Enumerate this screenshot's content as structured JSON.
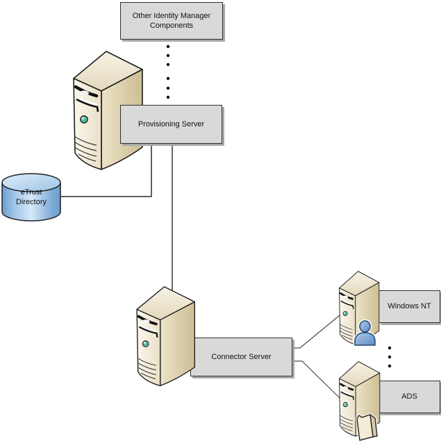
{
  "diagram_type": "architecture-diagram",
  "nodes": {
    "other_components": {
      "label": "Other Identity Manager Components",
      "shape": "box"
    },
    "provisioning_server": {
      "label": "Provisioning Server",
      "shape": "box"
    },
    "etrust_directory": {
      "label": "eTrust Directory",
      "shape": "database-cylinder"
    },
    "connector_server": {
      "label": "Connector Server",
      "shape": "box"
    },
    "windows_nt": {
      "label": "Windows NT",
      "shape": "box"
    },
    "ads": {
      "label": "ADS",
      "shape": "box"
    }
  },
  "connections": [
    {
      "from": "other_components",
      "to": "provisioning_server",
      "style": "dotted-vertical"
    },
    {
      "from": "provisioning_server",
      "to": "etrust_directory",
      "style": "solid-elbow"
    },
    {
      "from": "provisioning_server",
      "to": "connector_server",
      "style": "solid-vertical"
    },
    {
      "from": "connector_server",
      "to": "windows_nt",
      "style": "solid-diagonal"
    },
    {
      "from": "connector_server",
      "to": "ads",
      "style": "solid-diagonal"
    },
    {
      "from": "windows_nt",
      "to": "ads",
      "style": "dotted-vertical"
    }
  ],
  "icons": {
    "server_tower": "server-tower-icon",
    "database": "database-cylinder-icon",
    "user": "user-icon",
    "folder": "folder-icon"
  },
  "colors": {
    "canvas": "#ffffff",
    "box_fill": "#d9d9d9",
    "box_border": "#2f2f2f",
    "box_shadow": "#a8a8a8",
    "server_front": "#f5efdf",
    "server_side": "#d8cba6",
    "server_top": "#eee6cf",
    "led_green": "#54b8a0",
    "cylinder_light": "#d6e9f8",
    "cylinder_dark": "#6b9dce",
    "person_blue": "#7fa9d9",
    "line": "#4a4a4a",
    "text": "#111111"
  }
}
